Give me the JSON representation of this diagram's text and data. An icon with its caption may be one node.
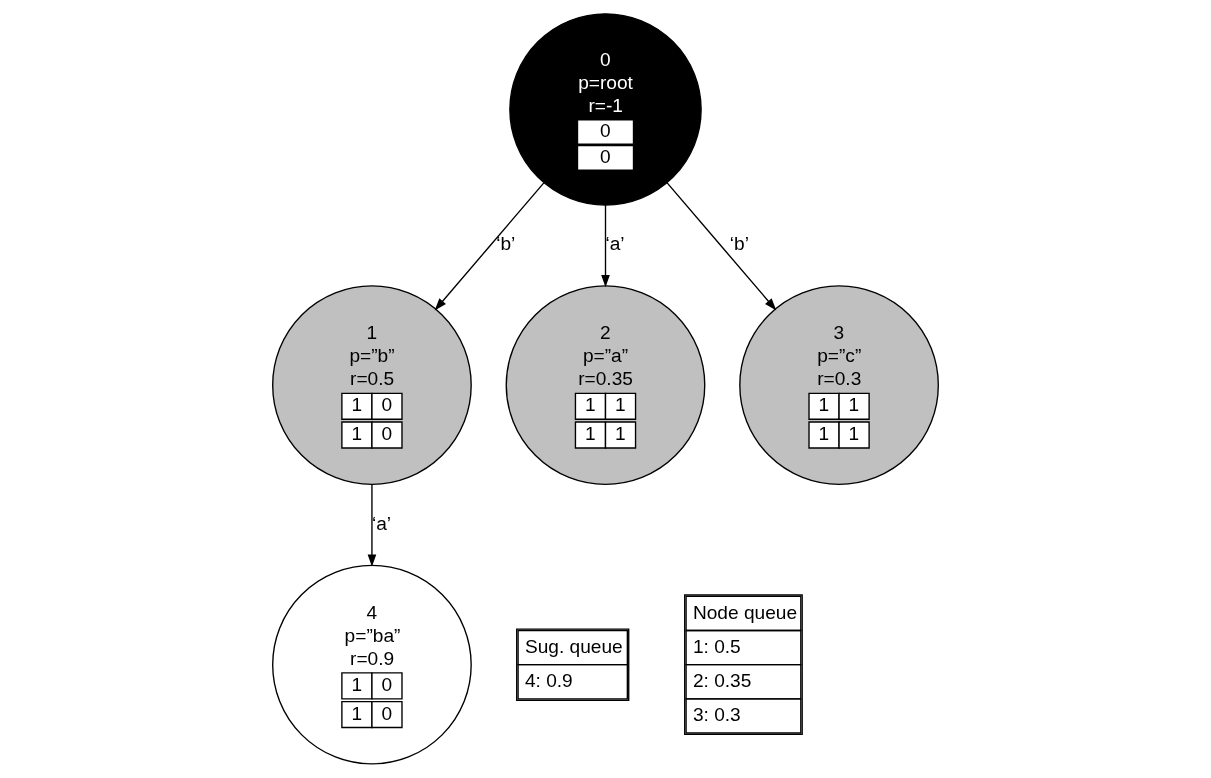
{
  "diagram": {
    "nodes": [
      {
        "text": [
          "0",
          "p=root",
          "r=-1",
          "0",
          "0"
        ]
      },
      {
        "text": [
          "1",
          "p=”b”",
          "r=0.5",
          "1",
          "0",
          "1",
          "0"
        ]
      },
      {
        "text": [
          "2",
          "p=”a”",
          "r=0.35",
          "1",
          "1",
          "1",
          "1"
        ]
      },
      {
        "text": [
          "3",
          "p=”c”",
          "r=0.3",
          "1",
          "1",
          "1",
          "1"
        ]
      },
      {
        "text": [
          "4",
          "p=”ba”",
          "r=0.9",
          "1",
          "0",
          "1",
          "0"
        ]
      },
      {
        "text": [
          "Sug. queue",
          "4: 0.9"
        ]
      },
      {
        "text": [
          "Node queue",
          "1: 0.5",
          "2: 0.35",
          "3: 0.3"
        ]
      }
    ],
    "edges": [
      {
        "from": 0,
        "to": 1,
        "arrow": "to",
        "label": "‘b’"
      },
      {
        "from": 0,
        "to": 2,
        "arrow": "to",
        "label": "‘a’"
      },
      {
        "from": 0,
        "to": 3,
        "arrow": "to",
        "label": "‘b’"
      },
      {
        "from": 1,
        "to": 4,
        "arrow": "to",
        "label": "‘a’"
      }
    ]
  }
}
